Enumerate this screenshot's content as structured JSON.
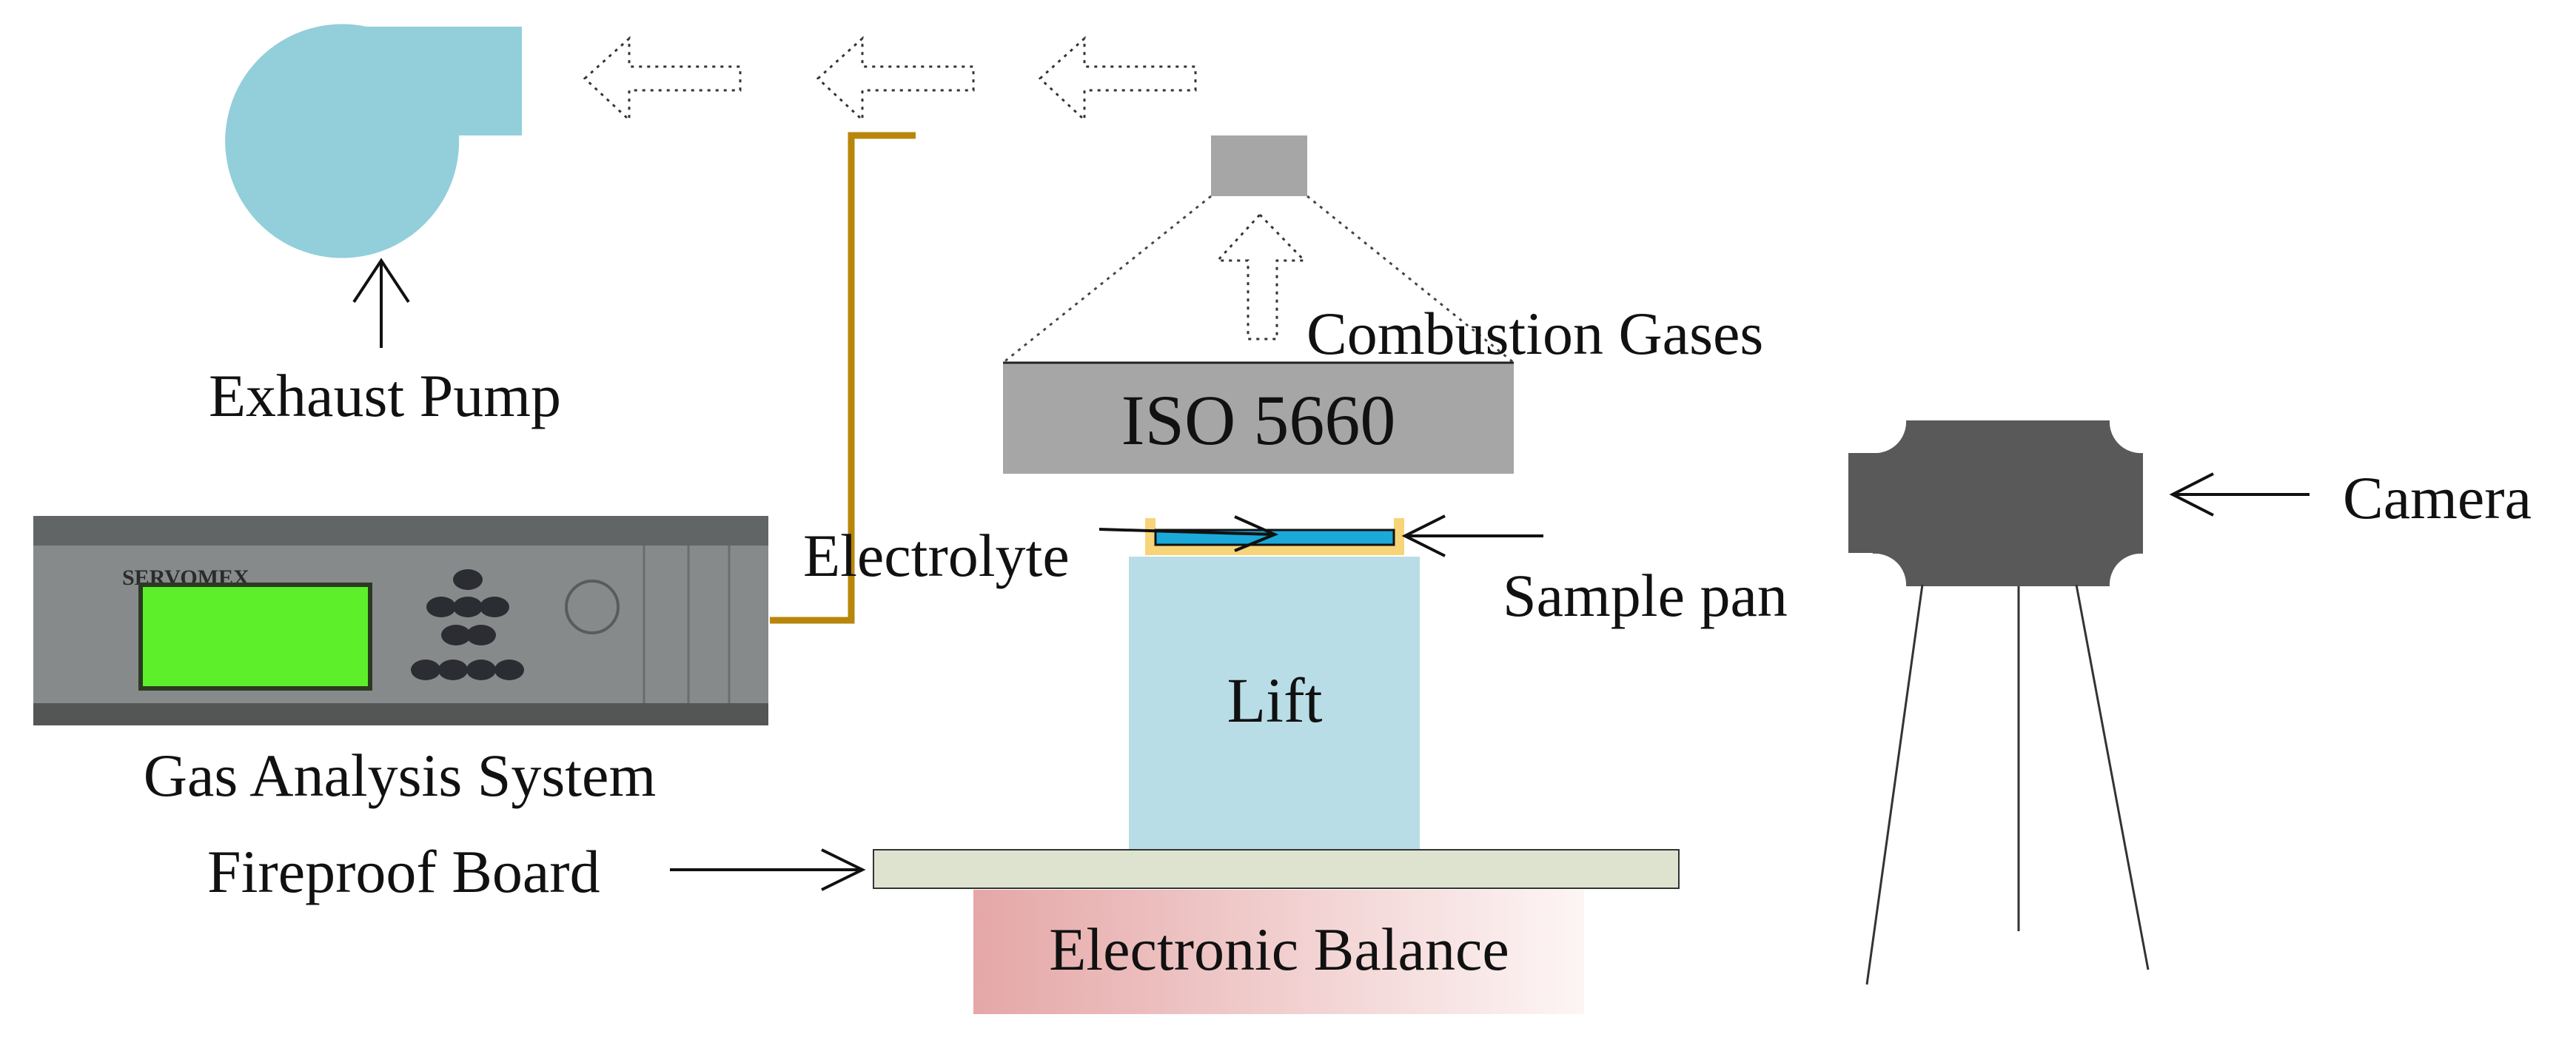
{
  "colors": {
    "pump": "#92cfda",
    "pipe": "#b8860b",
    "hood": "#a6a6a6",
    "iso_box": "#a6a6a6",
    "electrolyte": "#1aa9d8",
    "sample_pan": "#f7d478",
    "lift": "#b9dde7",
    "fireproof_board": "#dde3cf",
    "balance_start": "#e5a7a7",
    "balance_end": "#fdf5f5",
    "camera": "#595959",
    "analyzer_screen": "#5df02a",
    "analyzer_body": "#8c8e8e"
  },
  "icons": {
    "exhaust_pump": "centrifugal-pump-icon",
    "flow_arrows": "outline-arrow-left-icon",
    "up_arrow": "outline-arrow-up-icon",
    "camera": "camera-on-tripod-icon",
    "analyzer_photo": "gas-analyzer-photo"
  },
  "labels": {
    "exhaust_pump": "Exhaust Pump",
    "combustion_gases": "Combustion Gases",
    "iso": "ISO 5660",
    "electrolyte": "Electrolyte",
    "sample_pan": "Sample pan",
    "lift": "Lift",
    "gas_analysis_system": "Gas Analysis System",
    "fireproof_board": "Fireproof Board",
    "electronic_balance": "Electronic Balance",
    "camera": "Camera"
  },
  "analyzer": {
    "brand": "SERVOMEX"
  }
}
